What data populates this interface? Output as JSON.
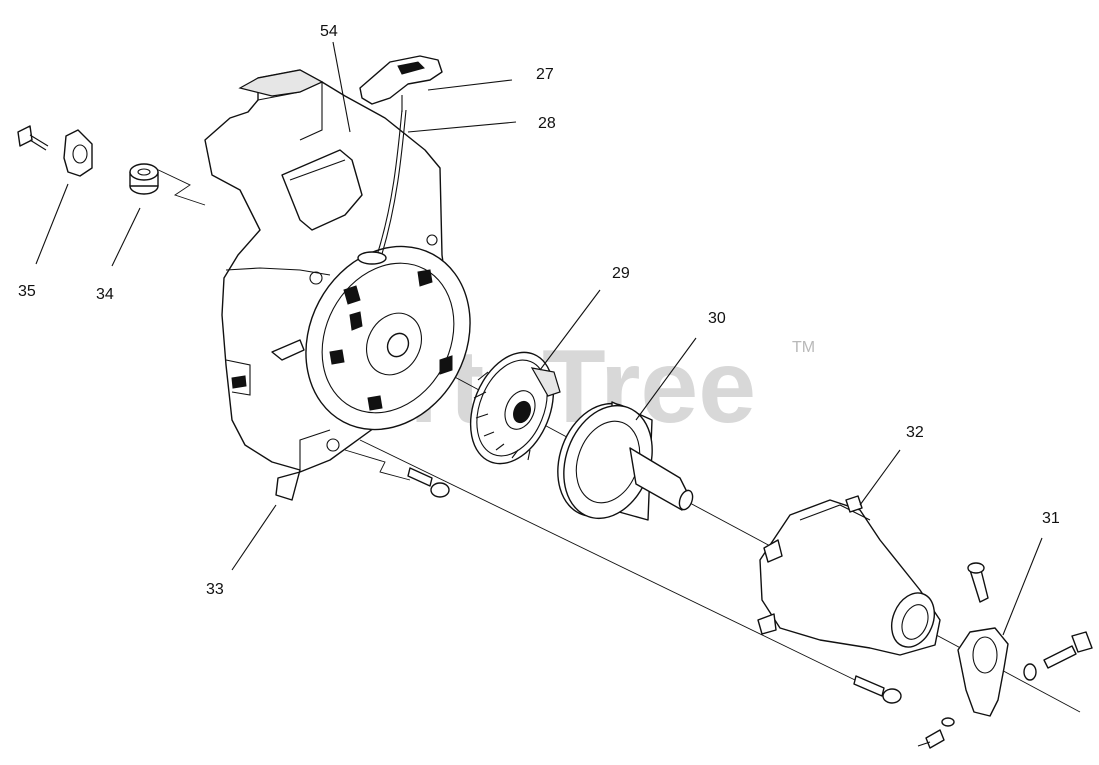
{
  "watermark": {
    "text": "PartsTree",
    "trademark": "TM"
  },
  "callouts": [
    {
      "id": "54"
    },
    {
      "id": "27"
    },
    {
      "id": "28"
    },
    {
      "id": "35"
    },
    {
      "id": "34"
    },
    {
      "id": "29"
    },
    {
      "id": "30"
    },
    {
      "id": "32"
    },
    {
      "id": "31"
    },
    {
      "id": "33"
    }
  ]
}
